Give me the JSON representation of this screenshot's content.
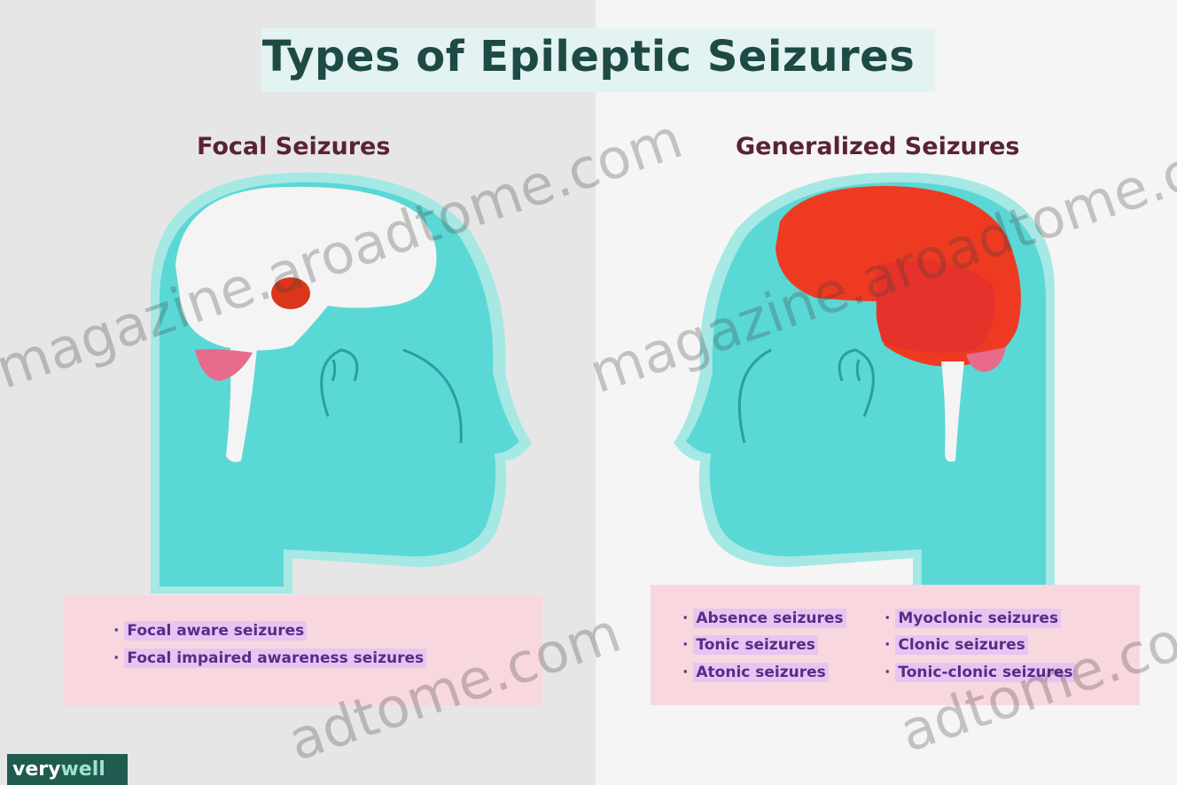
{
  "title": "Types of Epileptic Seizures",
  "panels": {
    "left": {
      "heading": "Focal Seizures",
      "items": [
        "Focal aware seizures",
        "Focal impaired awareness seizures"
      ]
    },
    "right": {
      "heading": "Generalized Seizures",
      "items_col1": [
        "Absence seizures",
        "Tonic seizures",
        "Atonic seizures"
      ],
      "items_col2": [
        "Myoclonic seizures",
        "Clonic seizures",
        "Tonic-clonic seizures"
      ]
    }
  },
  "watermarks": [
    "magazine.aroadtome.com",
    "magazine.aroadtome.com",
    "adtome.com",
    "adtome.com"
  ],
  "logo": {
    "part1": "very",
    "part2": "well"
  },
  "colors": {
    "head": "#5ad8d6",
    "head_outline": "#a6e8e4",
    "focal_spot": "#d9361a",
    "generalized_brain": "#ef3a22",
    "title_text": "#1e4a45",
    "list_text": "#5b2a86",
    "list_bg": "#f9d7de"
  }
}
